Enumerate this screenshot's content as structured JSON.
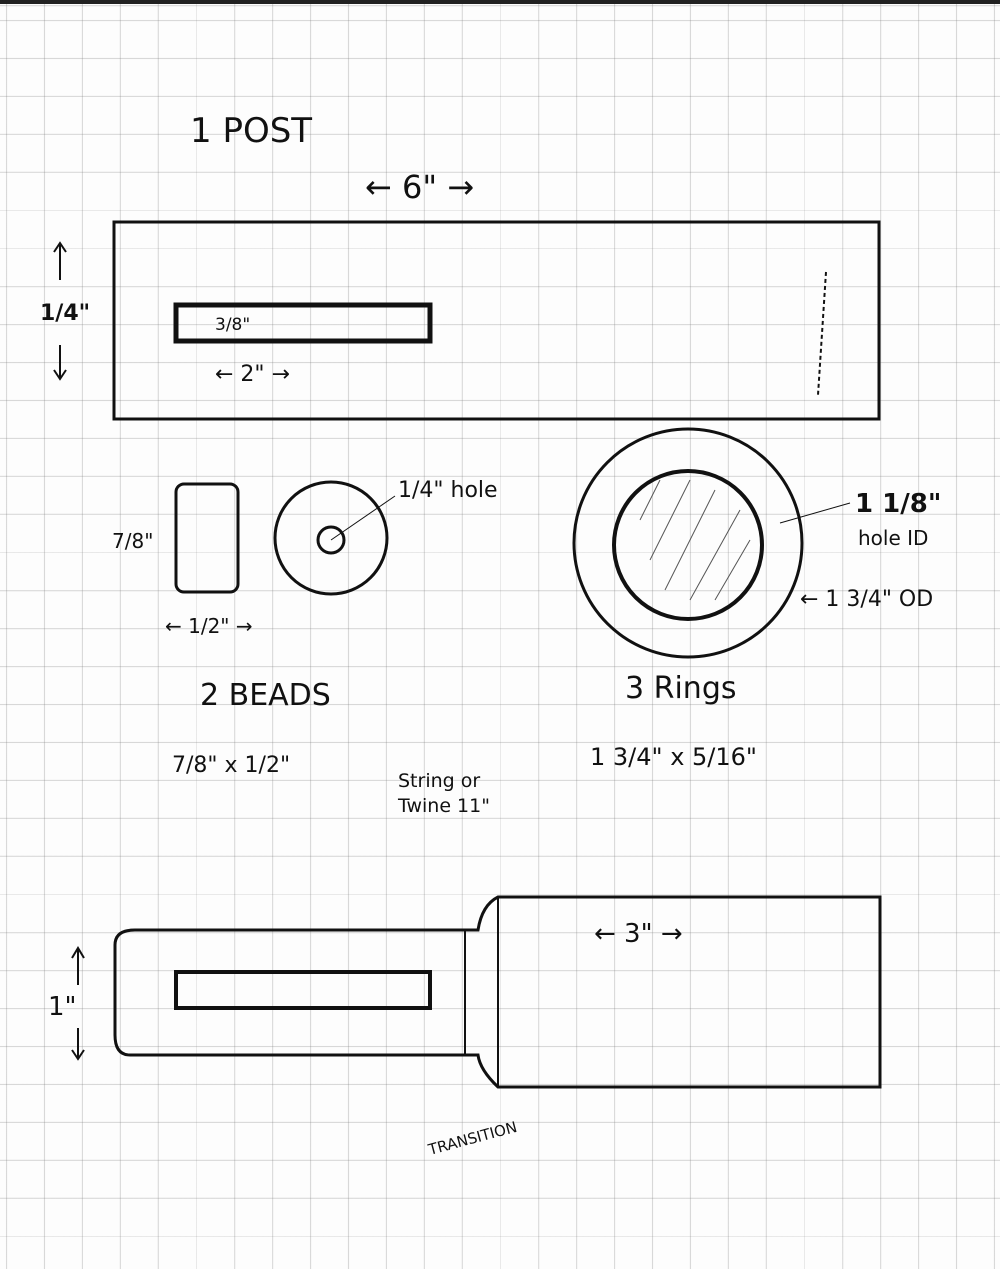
{
  "post": {
    "title": "1 POST",
    "length": "← 6\" →",
    "height": "1/4\"",
    "slot_width": "3/8\"",
    "slot_length": "← 2\" →"
  },
  "beads": {
    "height": "7/8\"",
    "width": "← 1/2\" →",
    "hole": "1/4\" hole",
    "title": "2 BEADS",
    "size": "7/8\" x 1/2\""
  },
  "rings": {
    "id_value": "1 1/8\"",
    "id_label": "hole ID",
    "od": "← 1 3/4\" OD",
    "title": "3 Rings",
    "size": "1 3/4\" x 5/16\""
  },
  "string": {
    "line1": "String or",
    "line2": "Twine 11\""
  },
  "paddle": {
    "length": "← 3\" →",
    "height": "1\"",
    "transition": "TRANSITION"
  }
}
